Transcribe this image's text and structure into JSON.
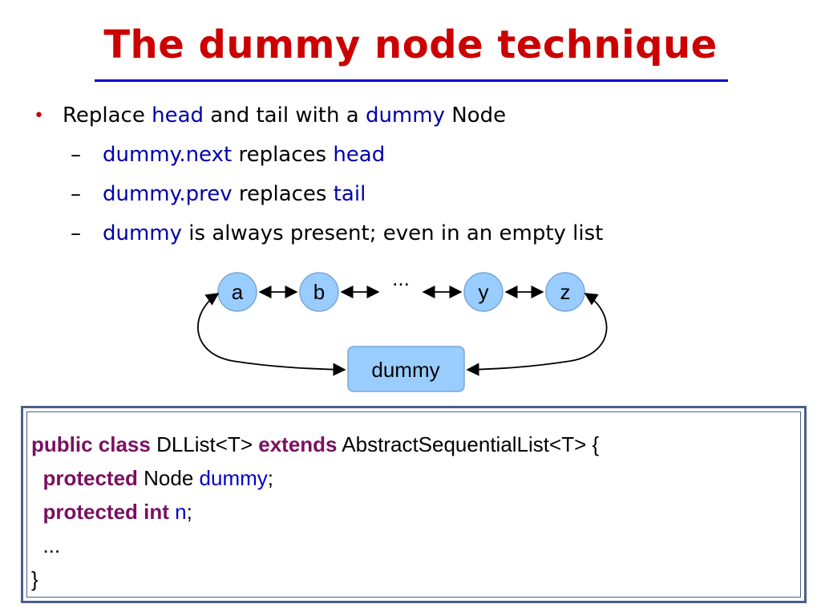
{
  "title": "The dummy node technique",
  "bullet": {
    "marker": "•",
    "text_1": "Replace ",
    "head": "head",
    "text_2": " and tail with a ",
    "dummy": "dummy",
    "text_3": " Node"
  },
  "sub_items": [
    {
      "marker": "–",
      "term": "dummy.next",
      "middle": " replaces ",
      "target": "head"
    },
    {
      "marker": "–",
      "term": "dummy.prev",
      "middle": " replaces ",
      "target": "tail"
    },
    {
      "marker": "–",
      "term": "dummy",
      "rest": " is always present; even in an empty list"
    }
  ],
  "diagram": {
    "nodes": [
      "a",
      "b",
      "y",
      "z"
    ],
    "ellipsis": "...",
    "dummy_label": "dummy",
    "node_fill": "#99ccff"
  },
  "code": {
    "line1_kw": "public class",
    "line1_a": " DLList<T> ",
    "line1_kw2": "extends",
    "line1_b": " AbstractSequentialList<T> {",
    "line2_kw": "protected",
    "line2_a": " Node ",
    "line2_id": "dummy",
    "line2_b": ";",
    "line3_kw": "protected int",
    "line3_id": " n",
    "line3_b": ";",
    "line4": "...",
    "line5": "}"
  },
  "colors": {
    "title": "#cc0000",
    "rule": "#0000cc",
    "highlight": "#0000aa",
    "keyword": "#7a1060",
    "code_border": "#4a5f8a"
  }
}
